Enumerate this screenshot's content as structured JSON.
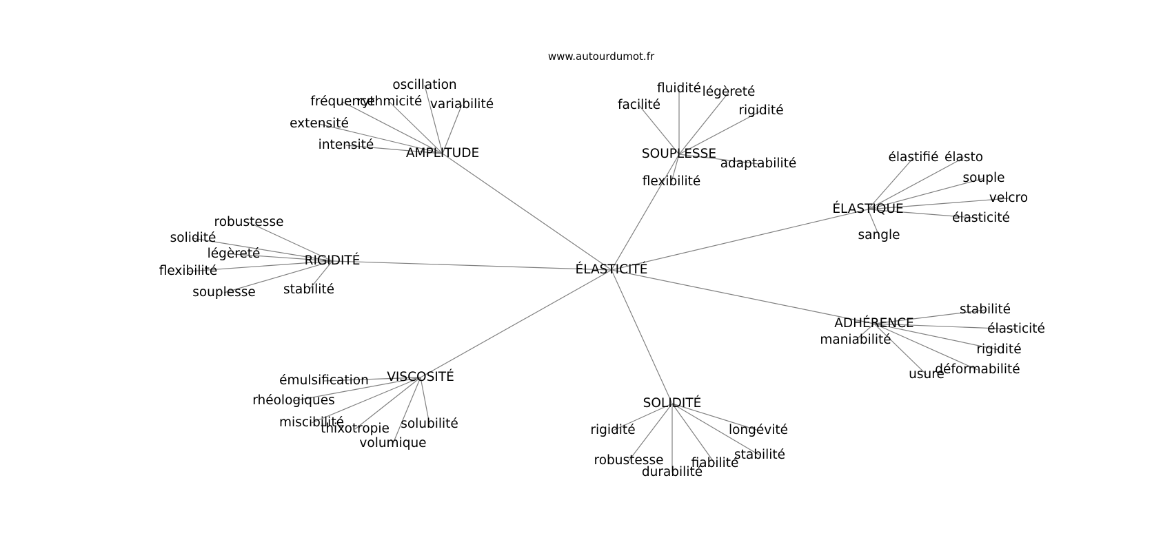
{
  "site": "www.autourdumot.fr",
  "edge_color": "#808080",
  "center": {
    "id": "center",
    "label": "ÉLASTICITÉ"
  },
  "hubs": [
    {
      "id": "amplitude",
      "label": "AMPLITUDE"
    },
    {
      "id": "souplesse",
      "label": "SOUPLESSE"
    },
    {
      "id": "elastique",
      "label": "ÉLASTIQUE"
    },
    {
      "id": "rigidite",
      "label": "RIGIDITÉ"
    },
    {
      "id": "adherence",
      "label": "ADHÉRENCE"
    },
    {
      "id": "viscosite",
      "label": "VISCOSITÉ"
    },
    {
      "id": "solidite",
      "label": "SOLIDITÉ"
    }
  ],
  "leaves": [
    {
      "id": "amp-oscillation",
      "hub": "amplitude",
      "label": "oscillation"
    },
    {
      "id": "amp-frequence",
      "hub": "amplitude",
      "label": "fréquence"
    },
    {
      "id": "amp-rythmicite",
      "hub": "amplitude",
      "label": "rythmicité"
    },
    {
      "id": "amp-variabilite",
      "hub": "amplitude",
      "label": "variabilité"
    },
    {
      "id": "amp-extensite",
      "hub": "amplitude",
      "label": "extensité"
    },
    {
      "id": "amp-intensite",
      "hub": "amplitude",
      "label": "intensité"
    },
    {
      "id": "sou-fluidite",
      "hub": "souplesse",
      "label": "fluidité"
    },
    {
      "id": "sou-legerete",
      "hub": "souplesse",
      "label": "légèreté"
    },
    {
      "id": "sou-facilite",
      "hub": "souplesse",
      "label": "facilité"
    },
    {
      "id": "sou-rigidite",
      "hub": "souplesse",
      "label": "rigidité"
    },
    {
      "id": "sou-adaptabilite",
      "hub": "souplesse",
      "label": "adaptabilité"
    },
    {
      "id": "sou-flexibilite",
      "hub": "souplesse",
      "label": "flexibilité"
    },
    {
      "id": "ela-elastifie",
      "hub": "elastique",
      "label": "élastifié"
    },
    {
      "id": "ela-elasto",
      "hub": "elastique",
      "label": "élasto"
    },
    {
      "id": "ela-souple",
      "hub": "elastique",
      "label": "souple"
    },
    {
      "id": "ela-velcro",
      "hub": "elastique",
      "label": "velcro"
    },
    {
      "id": "ela-elasticite",
      "hub": "elastique",
      "label": "élasticité"
    },
    {
      "id": "ela-sangle",
      "hub": "elastique",
      "label": "sangle"
    },
    {
      "id": "rig-robustesse",
      "hub": "rigidite",
      "label": "robustesse"
    },
    {
      "id": "rig-solidite",
      "hub": "rigidite",
      "label": "solidité"
    },
    {
      "id": "rig-legerete",
      "hub": "rigidite",
      "label": "légèreté"
    },
    {
      "id": "rig-flexibilite",
      "hub": "rigidite",
      "label": "flexibilité"
    },
    {
      "id": "rig-souplesse",
      "hub": "rigidite",
      "label": "souplesse"
    },
    {
      "id": "rig-stabilite",
      "hub": "rigidite",
      "label": "stabilité"
    },
    {
      "id": "adh-stabilite",
      "hub": "adherence",
      "label": "stabilité"
    },
    {
      "id": "adh-elasticite",
      "hub": "adherence",
      "label": "élasticité"
    },
    {
      "id": "adh-maniabilite",
      "hub": "adherence",
      "label": "maniabilité"
    },
    {
      "id": "adh-rigidite",
      "hub": "adherence",
      "label": "rigidité"
    },
    {
      "id": "adh-usure",
      "hub": "adherence",
      "label": "usure"
    },
    {
      "id": "adh-deformabilite",
      "hub": "adherence",
      "label": "déformabilité"
    },
    {
      "id": "vis-emulsification",
      "hub": "viscosite",
      "label": "émulsification"
    },
    {
      "id": "vis-rheologiques",
      "hub": "viscosite",
      "label": "rhéologiques"
    },
    {
      "id": "vis-miscibilite",
      "hub": "viscosite",
      "label": "miscibilité"
    },
    {
      "id": "vis-thixotropie",
      "hub": "viscosite",
      "label": "thixotropie"
    },
    {
      "id": "vis-solubilite",
      "hub": "viscosite",
      "label": "solubilité"
    },
    {
      "id": "vis-volumique",
      "hub": "viscosite",
      "label": "volumique"
    },
    {
      "id": "sol-rigidite",
      "hub": "solidite",
      "label": "rigidité"
    },
    {
      "id": "sol-longevite",
      "hub": "solidite",
      "label": "longévité"
    },
    {
      "id": "sol-robustesse",
      "hub": "solidite",
      "label": "robustesse"
    },
    {
      "id": "sol-stabilite",
      "hub": "solidite",
      "label": "stabilité"
    },
    {
      "id": "sol-fiabilite",
      "hub": "solidite",
      "label": "fiabilité"
    },
    {
      "id": "sol-durabilite",
      "hub": "solidite",
      "label": "durabilité"
    }
  ]
}
